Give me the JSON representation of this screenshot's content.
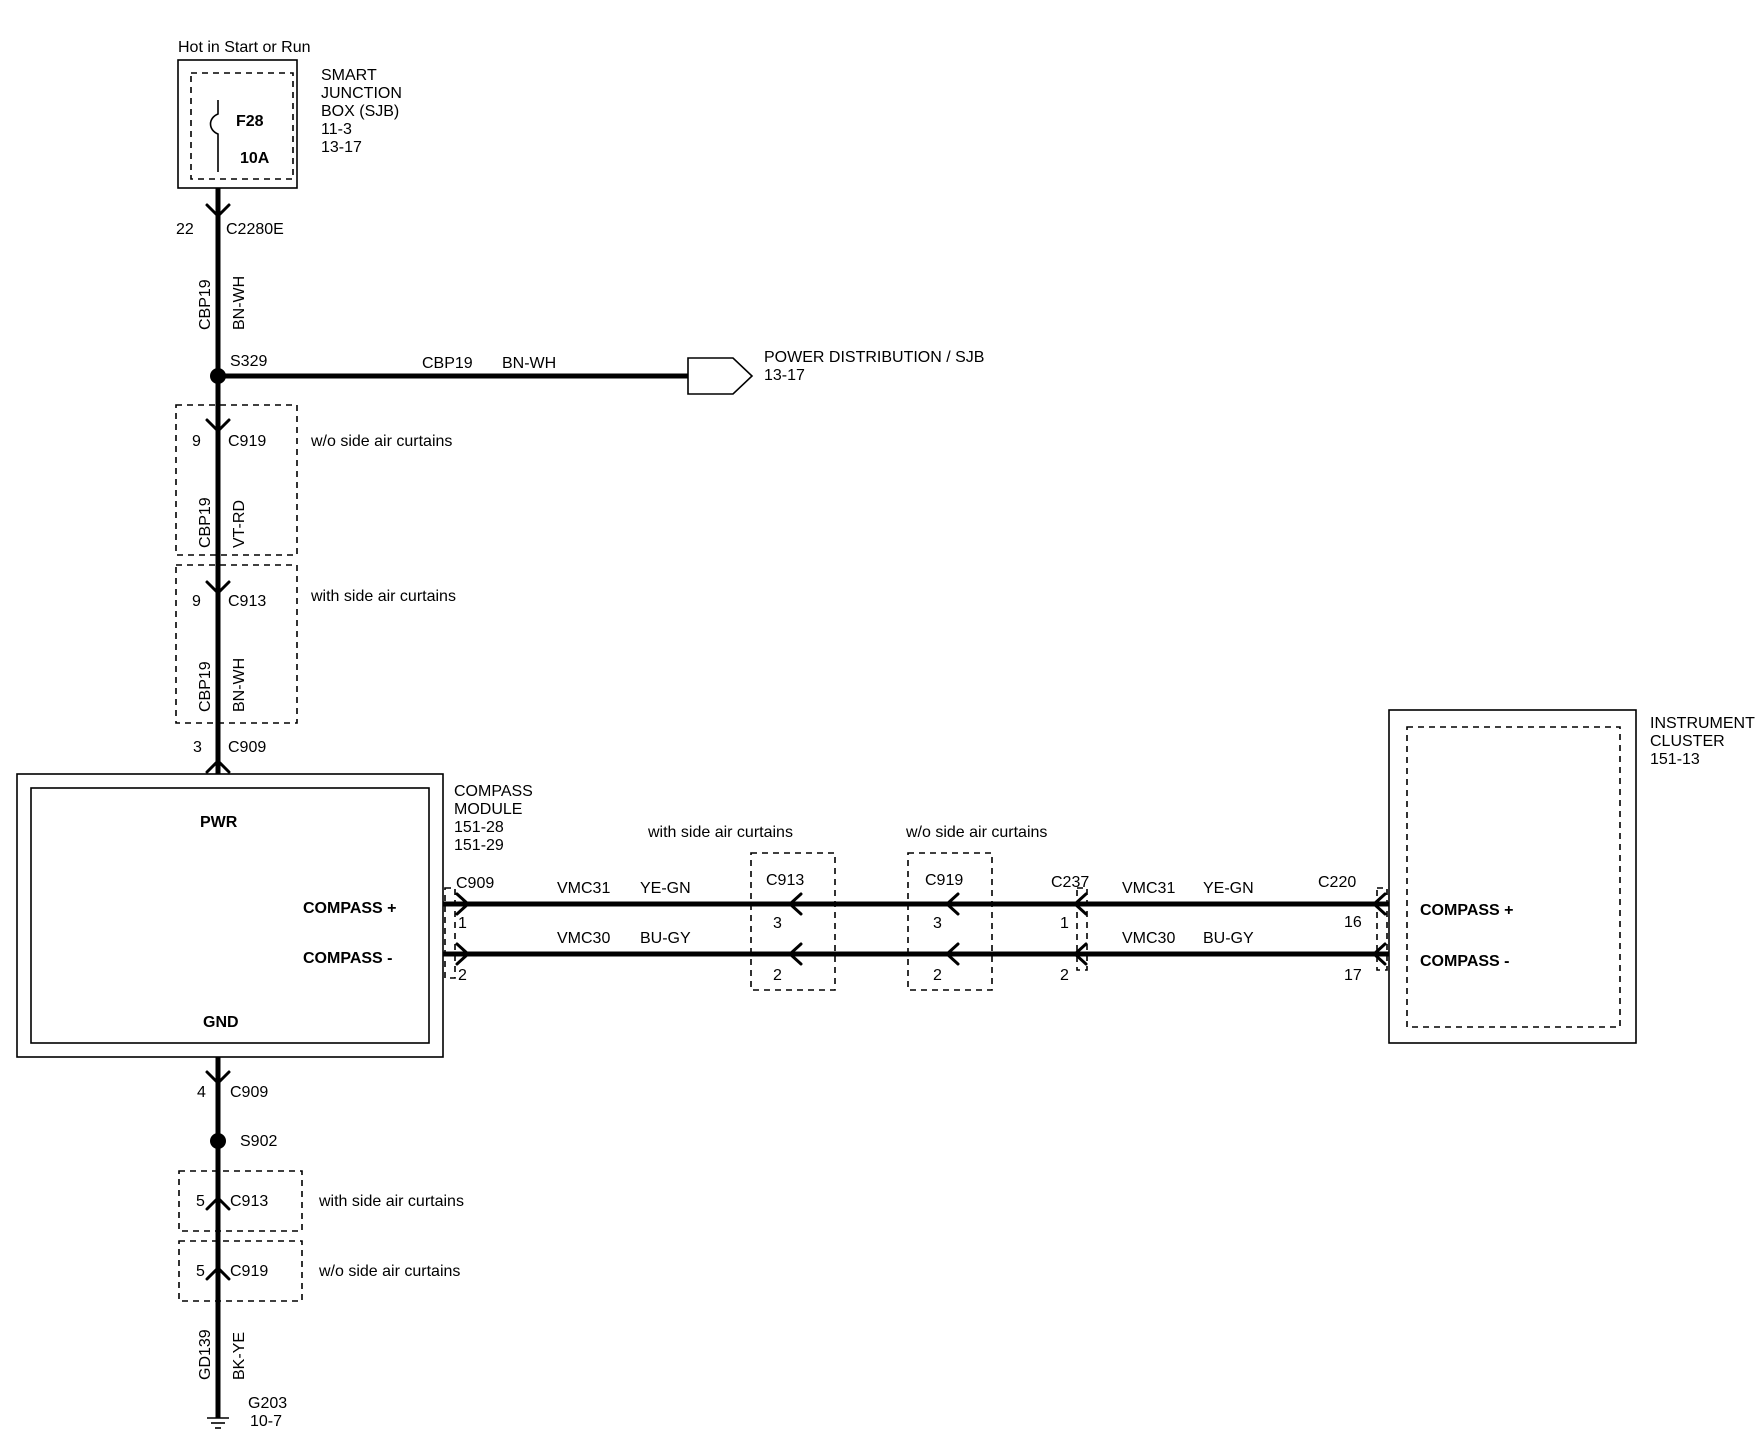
{
  "sjb": {
    "hot_label": "Hot in Start or Run",
    "line1": "SMART",
    "line2": "JUNCTION",
    "line3": "BOX (SJB)",
    "ref1": "11-3",
    "ref2": "13-17",
    "fuse": "F28",
    "amps": "10A"
  },
  "top_wire": {
    "pin": "22",
    "connector": "C2280E",
    "circuit": "CBP19",
    "color": "BN-WH"
  },
  "splice_s329": {
    "name": "S329",
    "branch_circuit": "CBP19",
    "branch_color": "BN-WH",
    "dest_line1": "POWER DISTRIBUTION / SJB",
    "dest_line2": "13-17"
  },
  "c919_upper": {
    "pin": "9",
    "connector": "C919",
    "note": "w/o side air curtains",
    "circuit": "CBP19",
    "color": "VT-RD"
  },
  "c913_upper": {
    "pin": "9",
    "connector": "C913",
    "note": "with side air curtains",
    "circuit": "CBP19",
    "color": "BN-WH"
  },
  "c909_pwr": {
    "pin": "3",
    "connector": "C909"
  },
  "compass_module": {
    "line1": "COMPASS",
    "line2": "MODULE",
    "ref1": "151-28",
    "ref2": "151-29",
    "pwr": "PWR",
    "gnd": "GND",
    "cplus": "COMPASS +",
    "cminus": "COMPASS -",
    "connector": "C909",
    "pin_plus": "1",
    "pin_minus": "2"
  },
  "signal": {
    "plus_circuit": "VMC31",
    "plus_color": "YE-GN",
    "minus_circuit": "VMC30",
    "minus_color": "BU-GY"
  },
  "c913_mid": {
    "note": "with side air curtains",
    "connector": "C913",
    "pin_plus": "3",
    "pin_minus": "2"
  },
  "c919_mid": {
    "note": "w/o side air curtains",
    "connector": "C919",
    "pin_plus": "3",
    "pin_minus": "2"
  },
  "c237": {
    "connector": "C237",
    "pin_plus": "1",
    "pin_minus": "2"
  },
  "instrument_cluster": {
    "line1": "INSTRUMENT",
    "line2": "CLUSTER",
    "ref": "151-13",
    "connector": "C220",
    "pin_plus": "16",
    "pin_minus": "17",
    "cplus": "COMPASS +",
    "cminus": "COMPASS -"
  },
  "c909_gnd": {
    "pin": "4",
    "connector": "C909"
  },
  "splice_s902": {
    "name": "S902"
  },
  "c913_lower": {
    "pin": "5",
    "connector": "C913",
    "note": "with side air curtains"
  },
  "c919_lower": {
    "pin": "5",
    "connector": "C919",
    "note": "w/o side air curtains"
  },
  "ground_wire": {
    "circuit": "GD139",
    "color": "BK-YE"
  },
  "ground": {
    "name": "G203",
    "ref": "10-7"
  }
}
